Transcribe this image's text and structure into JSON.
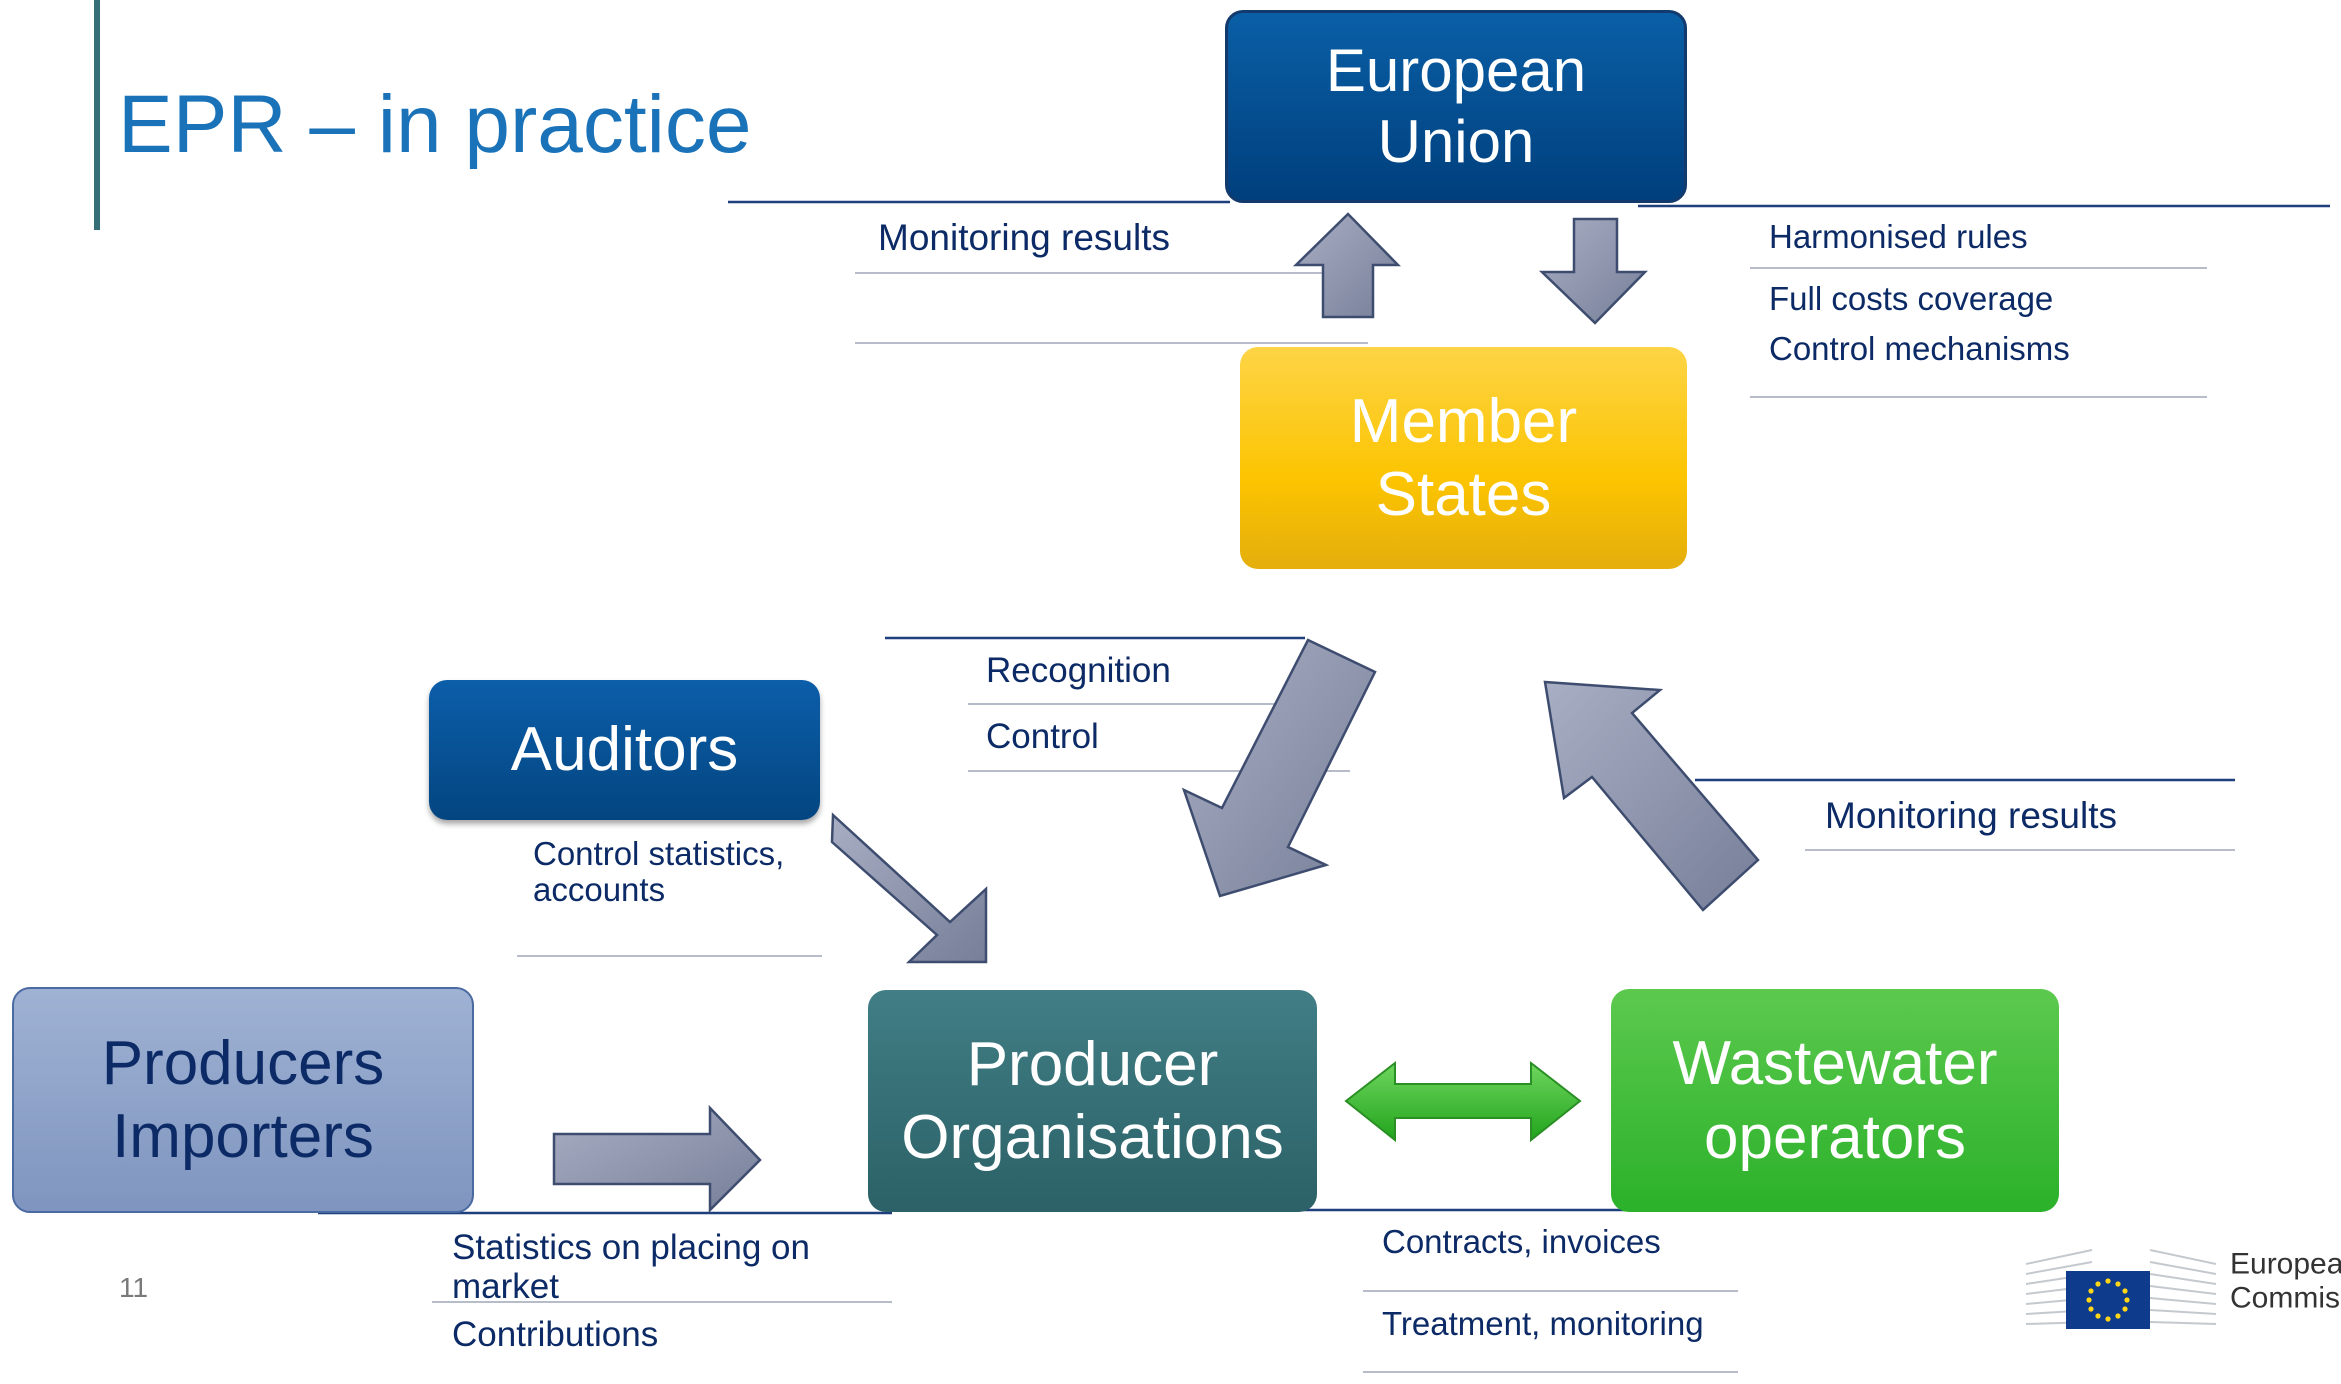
{
  "title": "EPR – in practice",
  "page_number": "11",
  "nodes": {
    "european_union": "European Union",
    "member_states": "Member States",
    "auditors": "Auditors",
    "producers_importers": "Producers Importers",
    "producer_organisations": "Producer Organisations",
    "wastewater_operators": "Wastewater operators"
  },
  "labels": {
    "monitoring_results_eu": "Monitoring results",
    "harmonised_rules": "Harmonised rules",
    "full_costs_coverage": "Full costs coverage",
    "control_mechanisms": "Control mechanisms",
    "recognition": "Recognition",
    "control": "Control",
    "monitoring_results_ms": "Monitoring results",
    "control_statistics": "Control statistics, accounts",
    "statistics_placing": "Statistics on placing  on market",
    "contributions": "Contributions",
    "contracts_invoices": "Contracts, invoices",
    "treatment_monitoring": "Treatment, monitoring"
  },
  "logo": {
    "line1": "European",
    "line2": "Commission"
  },
  "colors": {
    "title": "#1a72b8",
    "dark_blue": "#034f92",
    "amber": "#fcc70d",
    "teal": "#356f75",
    "green": "#3fb534",
    "light_blue": "#8ea3c8",
    "arrow_grey": "#8a92ad",
    "rule_line": "#b7bccb",
    "text_navy": "#0c2a66"
  }
}
